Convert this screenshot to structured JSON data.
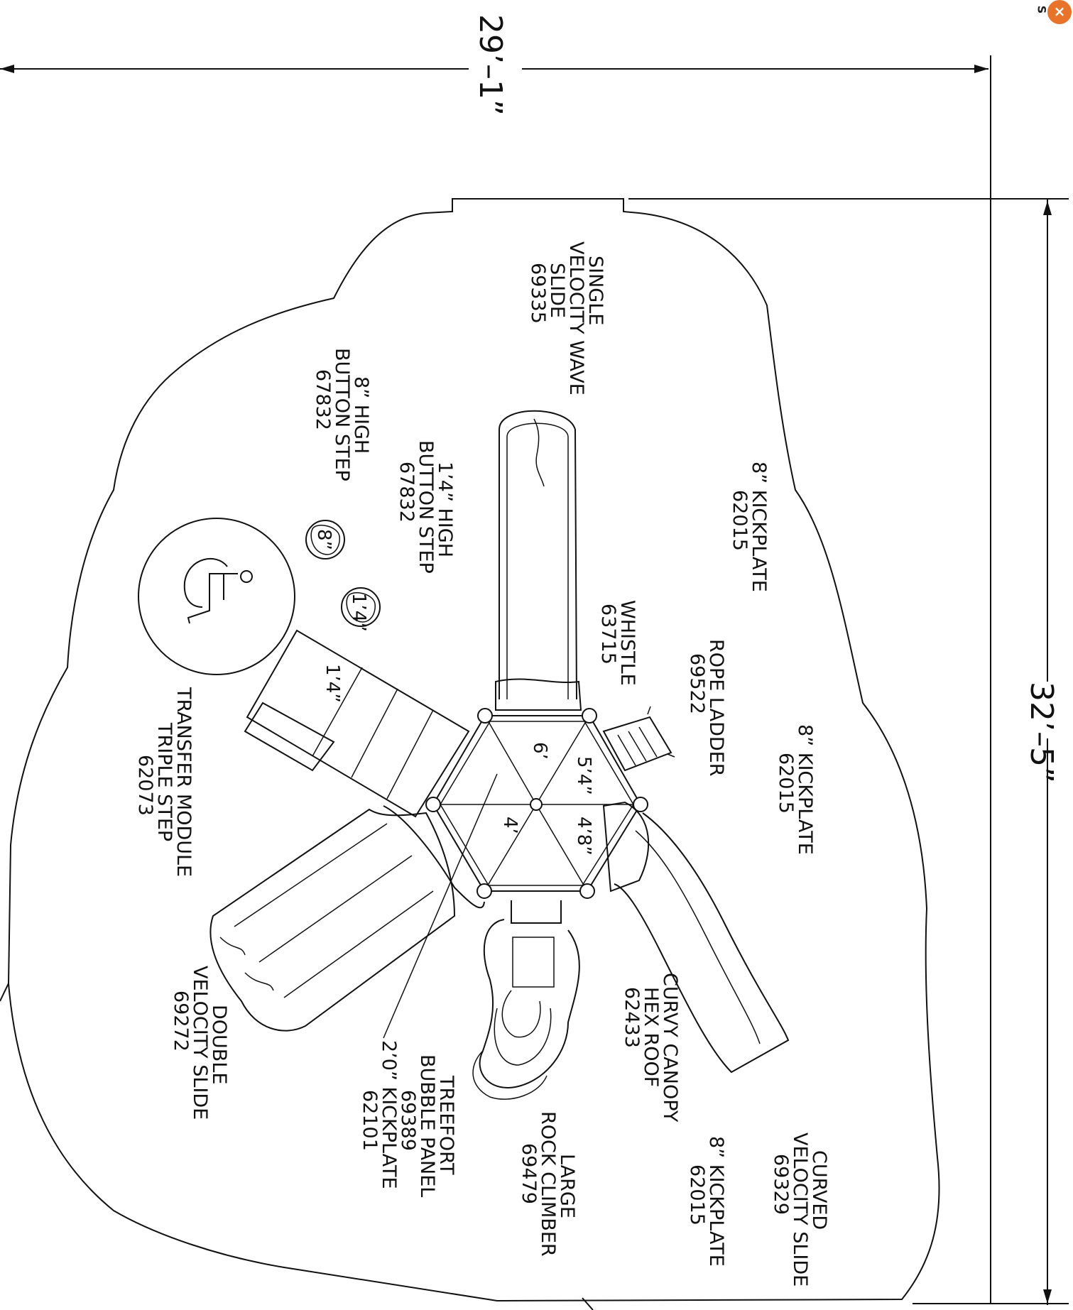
{
  "dimensions": {
    "width": "29’–1”",
    "length": "32’–5”"
  },
  "components": [
    {
      "key": "single_velocity_wave_slide",
      "lines": [
        "SINGLE",
        "VELOCITY WAVE",
        "SLIDE",
        "69335"
      ]
    },
    {
      "key": "kickplate_top",
      "lines": [
        "8” KICKPLATE",
        "62015"
      ]
    },
    {
      "key": "button_step_8",
      "lines": [
        "8” HIGH",
        "BUTTON STEP",
        "67832"
      ]
    },
    {
      "key": "button_step_1_4",
      "lines": [
        "1’4” HIGH",
        "BUTTON STEP",
        "67832"
      ]
    },
    {
      "key": "whistle",
      "lines": [
        "WHISTLE",
        "63715"
      ]
    },
    {
      "key": "rope_ladder",
      "lines": [
        "ROPE LADDER",
        "69522"
      ]
    },
    {
      "key": "kickplate_right",
      "lines": [
        "8” KICKPLATE",
        "62015"
      ]
    },
    {
      "key": "transfer_module",
      "lines": [
        "TRANSFER MODULE",
        "TRIPLE STEP",
        "62073"
      ]
    },
    {
      "key": "double_velocity_slide",
      "lines": [
        "DOUBLE",
        "VELOCITY SLIDE",
        "69272"
      ]
    },
    {
      "key": "bubble_panel_kickplate",
      "lines": [
        "TREEFORT",
        "BUBBLE PANEL",
        "69389",
        "2’0” KICKPLATE",
        "62101"
      ]
    },
    {
      "key": "rock_climber",
      "lines": [
        "LARGE",
        "ROCK CLIMBER",
        "69479"
      ]
    },
    {
      "key": "canopy",
      "lines": [
        "CURVY CANOPY",
        "HEX ROOF",
        "62433"
      ]
    },
    {
      "key": "kickplate_bottom",
      "lines": [
        "8” KICKPLATE",
        "62015"
      ]
    },
    {
      "key": "curved_velocity_slide",
      "lines": [
        "CURVED",
        "VELOCITY SLIDE",
        "69329"
      ]
    }
  ],
  "deck_heights": [
    "6’",
    "5’4”",
    "4’8”",
    "4’"
  ],
  "step_heights": {
    "step_8": "8”",
    "step_1_4": "1’4”",
    "transfer_step": "1’4”"
  },
  "close_badge": {
    "icon": "close-icon",
    "label": "×",
    "edge_text": "S"
  }
}
